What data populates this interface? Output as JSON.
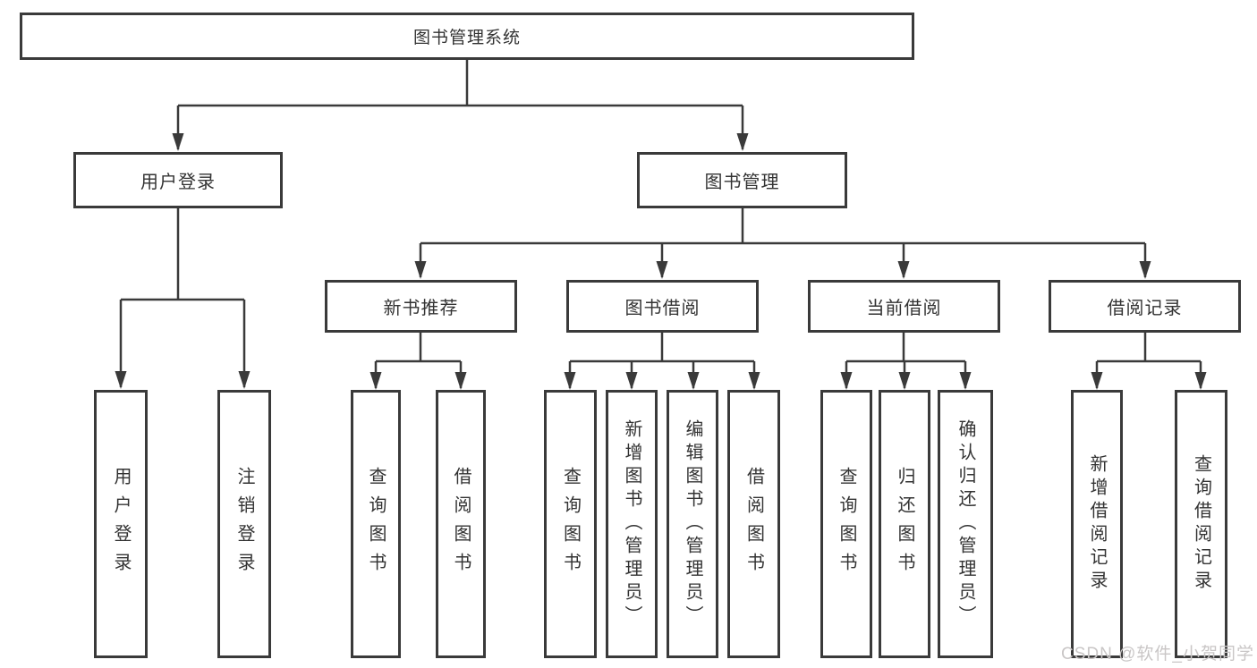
{
  "diagram": {
    "root": {
      "label": "图书管理系统"
    },
    "level2": [
      {
        "label": "用户登录"
      },
      {
        "label": "图书管理"
      }
    ],
    "level3": [
      {
        "label": "新书推荐"
      },
      {
        "label": "图书借阅"
      },
      {
        "label": "当前借阅"
      },
      {
        "label": "借阅记录"
      }
    ],
    "leaves": [
      {
        "label": "用户登录"
      },
      {
        "label": "注销登录"
      },
      {
        "label": "查询图书"
      },
      {
        "label": "借阅图书"
      },
      {
        "label": "查询图书"
      },
      {
        "label": "新增图书（管理员）"
      },
      {
        "label": "编辑图书（管理员）"
      },
      {
        "label": "借阅图书"
      },
      {
        "label": "查询图书"
      },
      {
        "label": "归还图书"
      },
      {
        "label": "确认归还（管理员）"
      },
      {
        "label": "新增借阅记录"
      },
      {
        "label": "查询借阅记录"
      }
    ]
  },
  "watermark": {
    "text": "CSDN @软件_小贺同学",
    "color": "#c9c6c6"
  },
  "colors": {
    "line": "#3a3a3a",
    "box_border": "#3a3a3a",
    "text": "#333333",
    "background": "#ffffff"
  }
}
